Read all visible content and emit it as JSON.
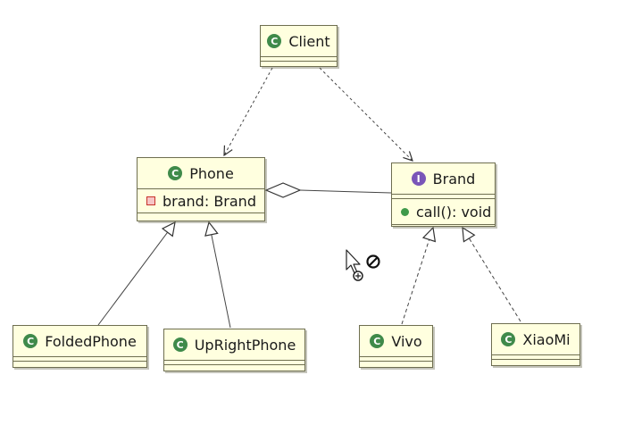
{
  "diagram": {
    "classes": {
      "client": {
        "name": "Client",
        "kind": "class"
      },
      "phone": {
        "name": "Phone",
        "kind": "class",
        "attribute": "brand: Brand"
      },
      "brand": {
        "name": "Brand",
        "kind": "interface",
        "method": "call(): void"
      },
      "folded_phone": {
        "name": "FoldedPhone",
        "kind": "class"
      },
      "upright_phone": {
        "name": "UpRightPhone",
        "kind": "class"
      },
      "vivo": {
        "name": "Vivo",
        "kind": "class"
      },
      "xiaomi": {
        "name": "XiaoMi",
        "kind": "class"
      }
    },
    "badges": {
      "class_letter": "C",
      "interface_letter": "I"
    },
    "relationships": [
      {
        "from": "Client",
        "to": "Phone",
        "type": "dependency"
      },
      {
        "from": "Client",
        "to": "Brand",
        "type": "dependency"
      },
      {
        "from": "Phone",
        "to": "Brand",
        "type": "aggregation"
      },
      {
        "from": "FoldedPhone",
        "to": "Phone",
        "type": "generalization"
      },
      {
        "from": "UpRightPhone",
        "to": "Phone",
        "type": "generalization"
      },
      {
        "from": "Vivo",
        "to": "Brand",
        "type": "realization"
      },
      {
        "from": "XiaoMi",
        "to": "Brand",
        "type": "realization"
      }
    ],
    "colors": {
      "class_fill": "#ffffdf",
      "border": "#6e6e50",
      "class_badge": "#3f8a4a",
      "interface_badge": "#7a55b8",
      "private_marker": "#c8322a",
      "public_marker": "#3f9a4a"
    },
    "cursor_icon": "arrow-busy-not-allowed-cursor"
  }
}
